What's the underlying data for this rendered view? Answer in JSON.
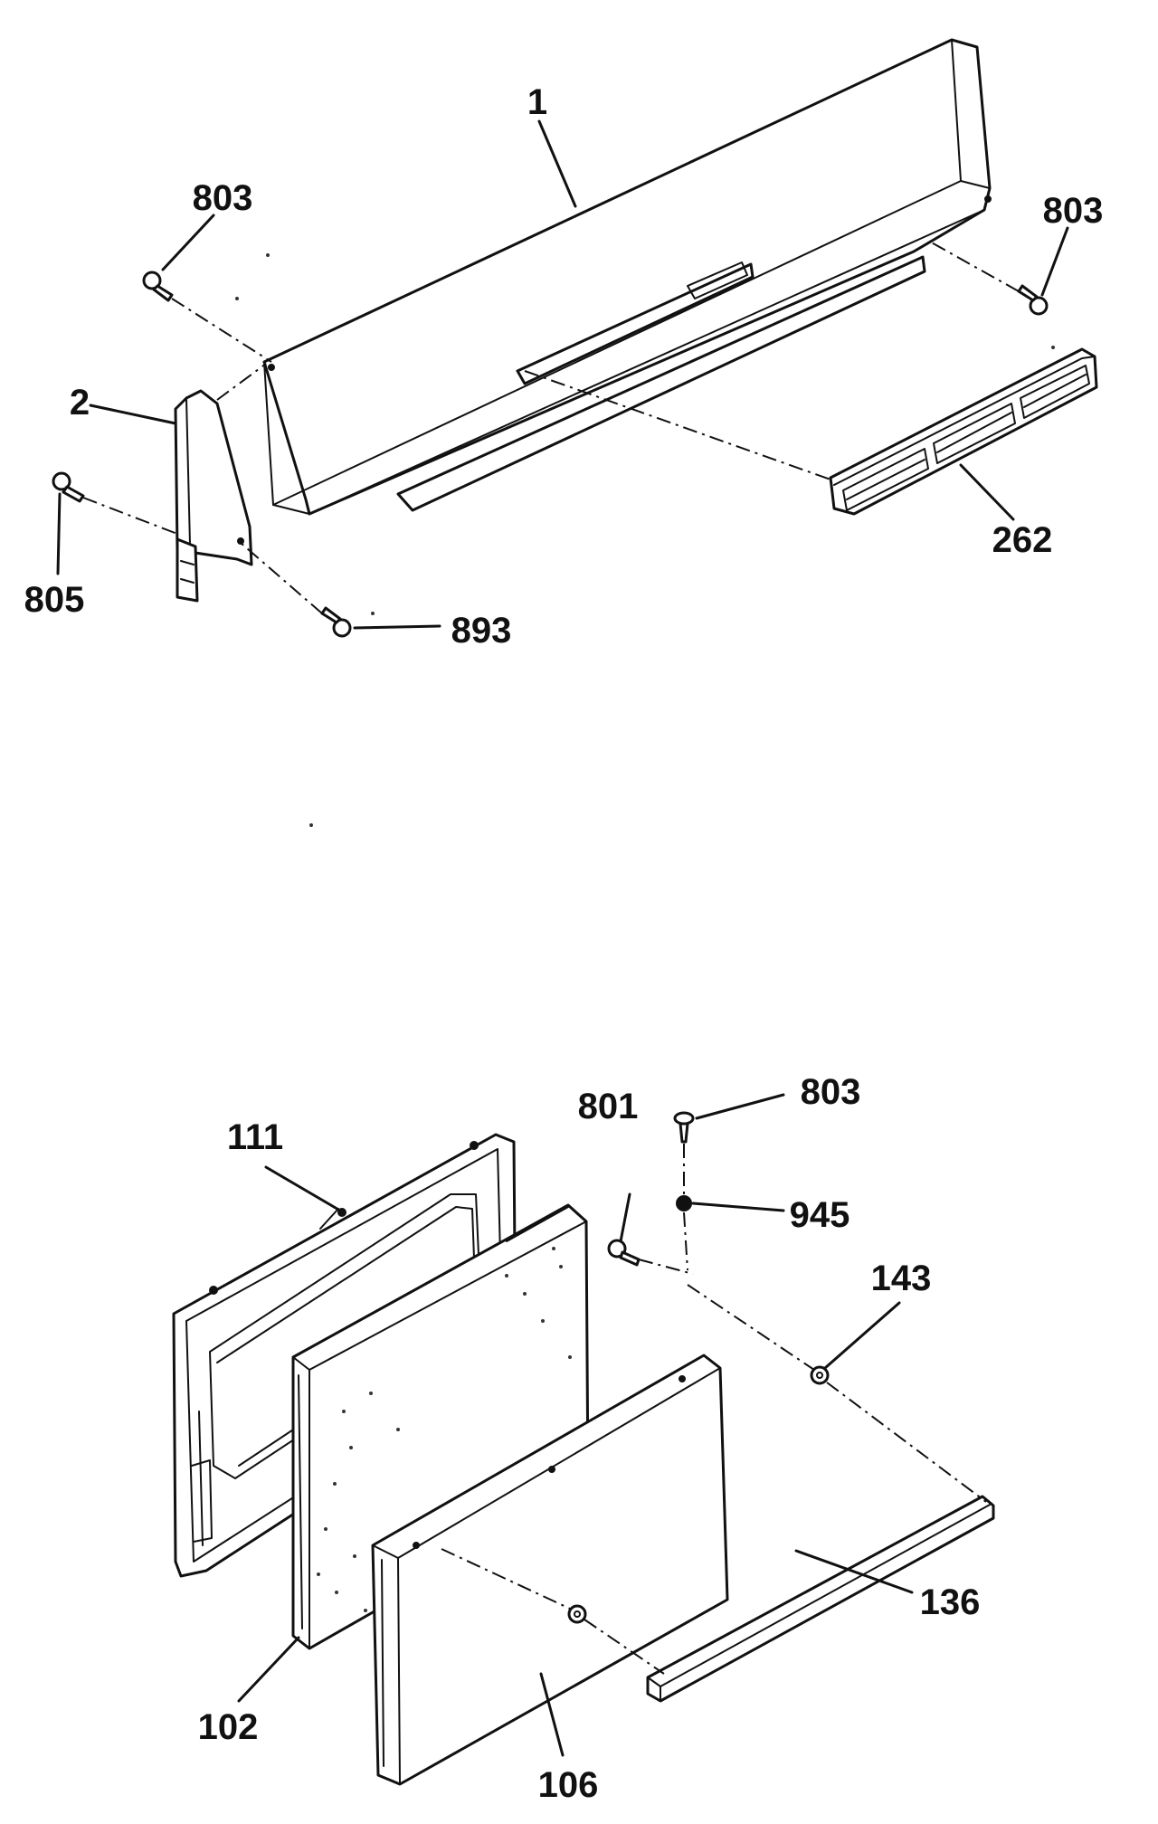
{
  "diagram": {
    "top_assembly": {
      "callouts": {
        "part_1": "1",
        "part_2": "2",
        "screw_left_803": "803",
        "screw_right_803": "803",
        "screw_805": "805",
        "screw_893": "893",
        "vent_262": "262"
      }
    },
    "bottom_assembly": {
      "callouts": {
        "gasket_111": "111",
        "insulation_102": "102",
        "door_panel_106": "106",
        "handle_136": "136",
        "spacer_143": "143",
        "screw_801": "801",
        "screw_803": "803",
        "washer_945": "945"
      }
    }
  }
}
